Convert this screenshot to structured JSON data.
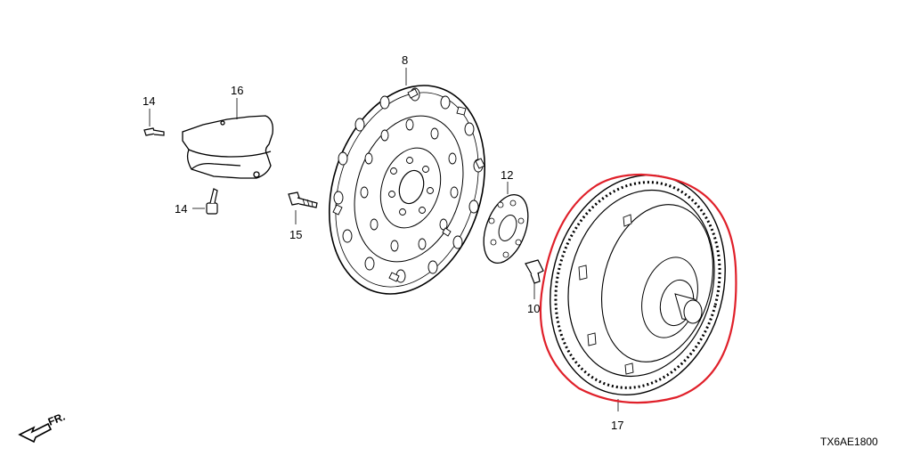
{
  "diagram": {
    "diagram_code": "TX6AE1800",
    "front_indicator": "FR.",
    "highlight_color": "#e0202a",
    "parts": [
      {
        "id": "p8",
        "callout": "8"
      },
      {
        "id": "p10",
        "callout": "10"
      },
      {
        "id": "p12",
        "callout": "12"
      },
      {
        "id": "p14a",
        "callout": "14"
      },
      {
        "id": "p14b",
        "callout": "14"
      },
      {
        "id": "p15",
        "callout": "15"
      },
      {
        "id": "p16",
        "callout": "16"
      },
      {
        "id": "p17",
        "callout": "17",
        "highlighted": true
      }
    ]
  }
}
